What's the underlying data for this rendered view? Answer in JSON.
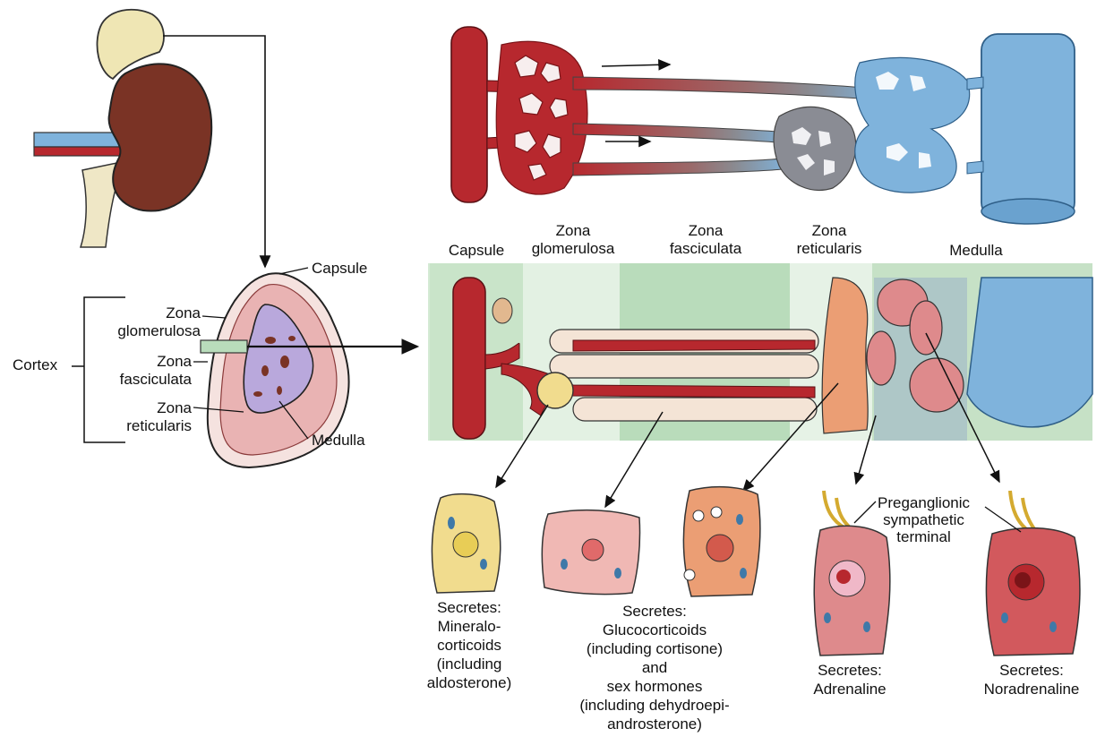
{
  "colors": {
    "artery": "#b7282e",
    "artery_dark": "#7a1418",
    "vein": "#7fb3dc",
    "vein_dark": "#3f79a8",
    "kidney": "#7a3325",
    "adrenal_top": "#efe6b4",
    "cortex_pink": "#e9b3b3",
    "medulla_purple": "#b9a8dc",
    "band_green": "#d4ead4",
    "band_green_dark": "#b9dcbb",
    "cell_yellow": "#f1dc8e",
    "cell_pink": "#f0b8b4",
    "cell_orange": "#eb9e74",
    "cell_rose": "#de8a8c",
    "cell_red": "#d2595d"
  },
  "labels": {
    "capsule_small": "Capsule",
    "zona_glom_small": "Zona\nglomerulosa",
    "cortex": "Cortex",
    "zona_fasc_small": "Zona\nfasciculata",
    "zona_ret_small": "Zona\nreticularis",
    "medulla_small": "Medulla",
    "band_capsule": "Capsule",
    "band_glom": "Zona\nglomerulosa",
    "band_fasc": "Zona\nfasciculata",
    "band_ret": "Zona\nreticularis",
    "band_medulla": "Medulla",
    "preganglionic": "Preganglionic\nsympathetic\nterminal"
  },
  "secretions": {
    "glomerulosa": "Secretes:\nMineralo-\ncorticoids\n(including\naldosterone)",
    "fasciculata_reticularis": "Secretes:\nGlucocorticoids\n(including cortisone)\nand\nsex hormones\n(including dehydroepi-\nandrosterone)",
    "medulla_adrenaline": "Secretes:\nAdrenaline",
    "medulla_noradrenaline": "Secretes:\nNoradrenaline"
  }
}
